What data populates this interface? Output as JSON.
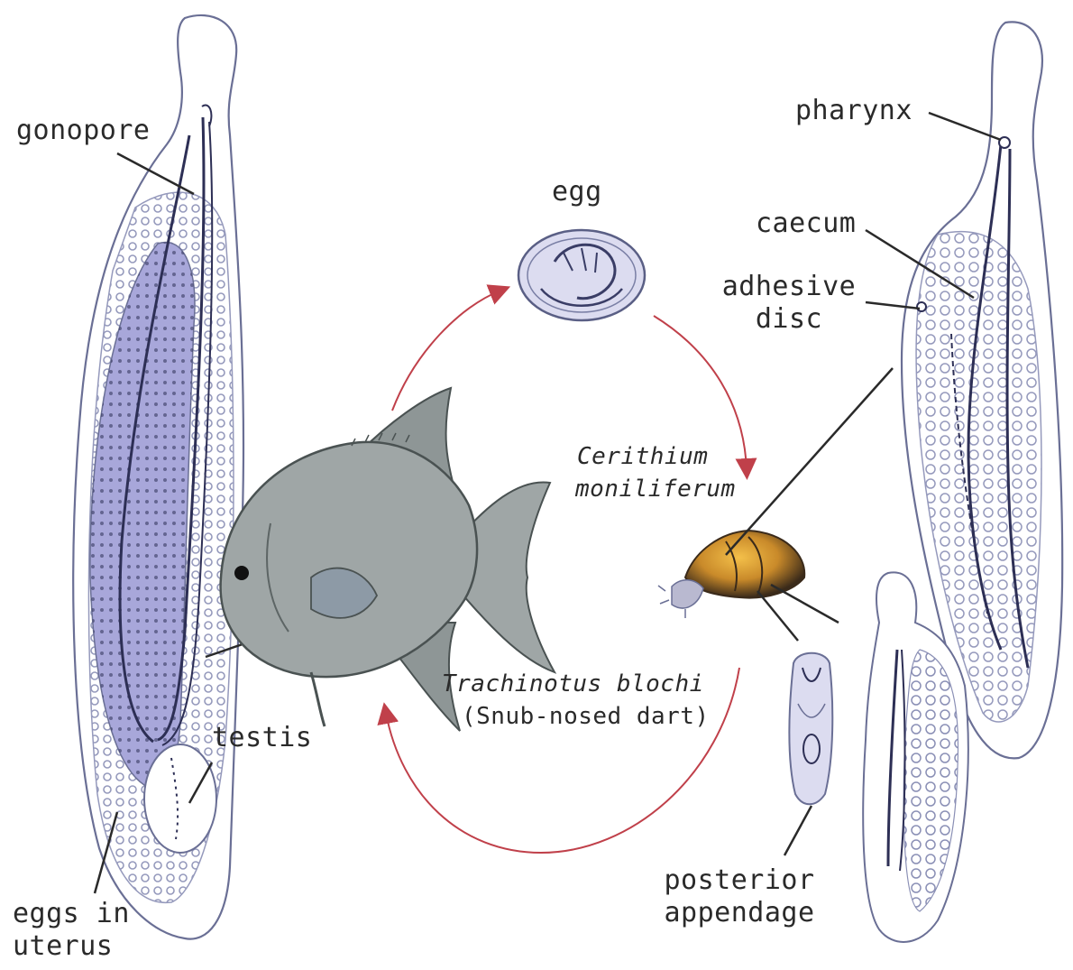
{
  "labels": {
    "gonopore": "gonopore",
    "egg": "egg",
    "pharynx": "pharynx",
    "caecum": "caecum",
    "adhesive_disc_line1": "adhesive",
    "adhesive_disc_line2": "disc",
    "snail_line1": "Cerithium",
    "snail_line2": "moniliferum",
    "fish_line1": "Trachinotus blochi",
    "fish_line2": "(Snub-nosed dart)",
    "testis": "testis",
    "eggs_line1": "eggs in",
    "eggs_line2": "uterus",
    "posterior_line1": "posterior",
    "posterior_line2": "appendage"
  },
  "colors": {
    "outline": "#5a5f85",
    "uterus_fill": "#a8a7da",
    "body_fill": "#dcdcf0",
    "cycle_arrow": "#c0404a",
    "fish_fill": "#9fa6a6",
    "fish_dark": "#6f7777",
    "snail_orange": "#e0a83a",
    "snail_dark": "#3a2a1a"
  }
}
